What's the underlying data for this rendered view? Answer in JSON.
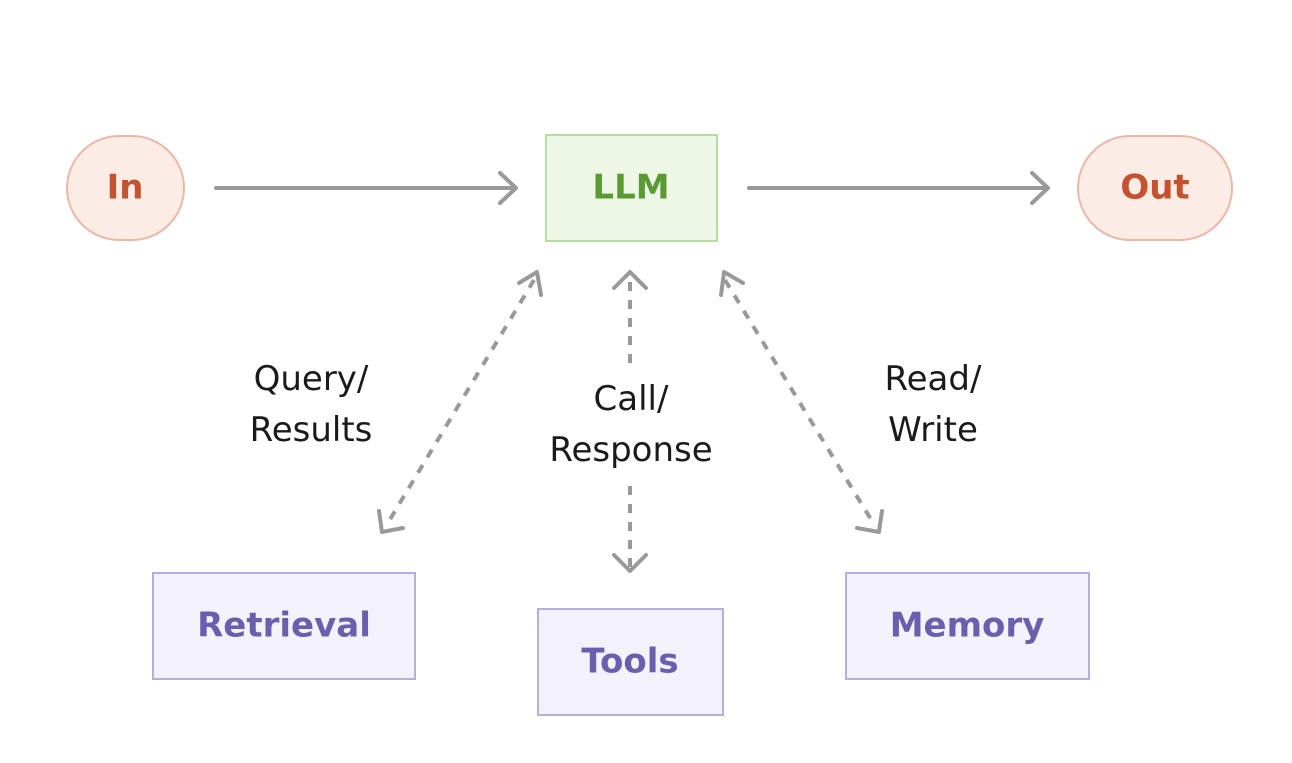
{
  "nodes": {
    "input": {
      "label": "In"
    },
    "llm": {
      "label": "LLM"
    },
    "output": {
      "label": "Out"
    },
    "retrieval": {
      "label": "Retrieval"
    },
    "tools": {
      "label": "Tools"
    },
    "memory": {
      "label": "Memory"
    }
  },
  "edges": {
    "retrieval": {
      "label_line1": "Query/",
      "label_line2": "Results"
    },
    "tools": {
      "label_line1": "Call/",
      "label_line2": "Response"
    },
    "memory": {
      "label_line1": "Read/",
      "label_line2": "Write"
    }
  },
  "colors": {
    "io_fill": "#fbece6",
    "io_stroke": "#eab8a6",
    "io_text": "#c4522e",
    "llm_fill": "#eef6e6",
    "llm_stroke": "#b8dca0",
    "llm_text": "#5a9a32",
    "component_fill": "#f3f1f9",
    "component_stroke": "#b8aedc",
    "component_text": "#6a5fae",
    "arrow": "#999999",
    "label_text": "#1a1a1a"
  }
}
